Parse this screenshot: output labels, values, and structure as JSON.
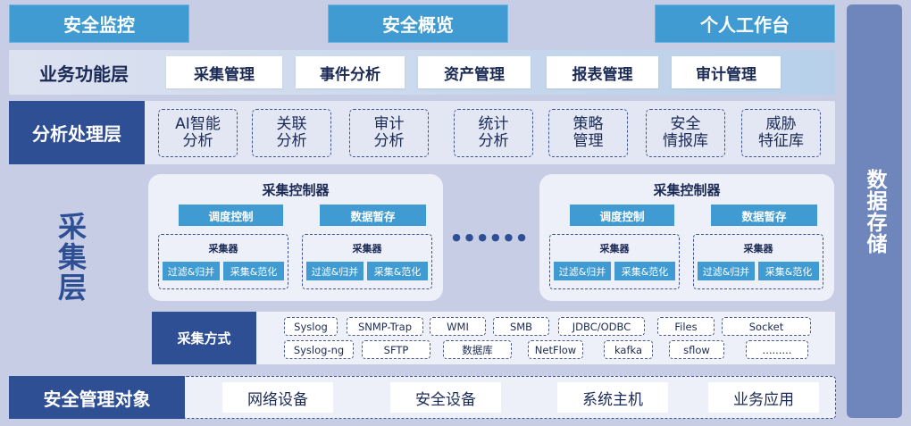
{
  "top": {
    "monitor": "安全监控",
    "overview": "安全概览",
    "workbench": "个人工作台"
  },
  "business": {
    "label": "业务功能层",
    "items": [
      "采集管理",
      "事件分析",
      "资产管理",
      "报表管理",
      "审计管理"
    ]
  },
  "analysis": {
    "label": "分析处理层",
    "items": [
      {
        "l1": "AI智能",
        "l2": "分析"
      },
      {
        "l1": "关联",
        "l2": "分析"
      },
      {
        "l1": "审计",
        "l2": "分析"
      },
      {
        "l1": "统计",
        "l2": "分析"
      },
      {
        "l1": "策略",
        "l2": "管理"
      },
      {
        "l1": "安全",
        "l2": "情报库"
      },
      {
        "l1": "威胁",
        "l2": "特征库"
      }
    ]
  },
  "collection": {
    "label": "采集层",
    "controller_title": "采集控制器",
    "dispatch": "调度控制",
    "buffer": "数据暂存",
    "collector_title": "采集器",
    "filter": "过滤&归并",
    "normalize": "采集&范化",
    "dots": "●●●●●●"
  },
  "methods": {
    "label": "采集方式",
    "row1": [
      "Syslog",
      "SNMP-Trap",
      "WMI",
      "SMB",
      "JDBC/ODBC",
      "Files",
      "Socket"
    ],
    "row2": [
      "Syslog-ng",
      "SFTP",
      "数据库",
      "NetFlow",
      "kafka",
      "sflow",
      "........."
    ]
  },
  "objects": {
    "label": "安全管理对象",
    "items": [
      "网络设备",
      "安全设备",
      "系统主机",
      "业务应用"
    ]
  },
  "storage": {
    "label": "数据存储"
  }
}
